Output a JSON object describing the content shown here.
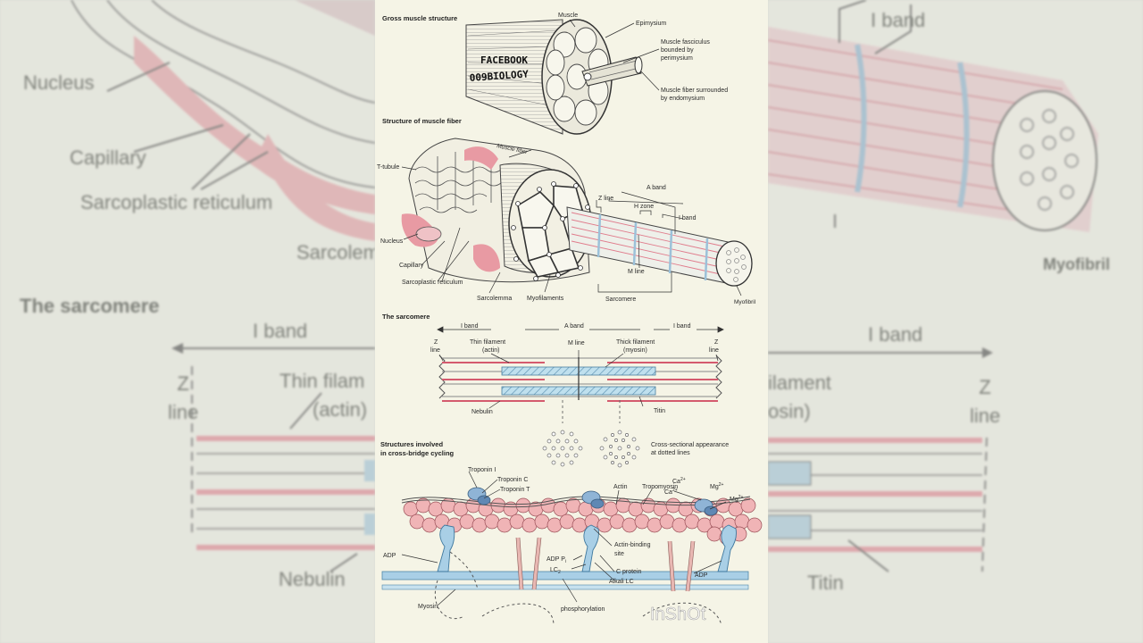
{
  "watermark": {
    "line1": "FACEBOOK",
    "line2": "009BIOLOGY",
    "app_mark": "InShOt"
  },
  "background_left": {
    "nucleus": "Nucleus",
    "capillary": "Capillary",
    "sarcoplastic_reticulum": "Sarcoplastic reticulum",
    "sarcolemma_partial": "Sarcolem",
    "sarcomere_title": "The sarcomere",
    "i_band": "I band",
    "z_line": "Z\nline",
    "thin_filament_partial": "Thin filam",
    "actin_partial": "(actin)",
    "nebulin": "Nebulin"
  },
  "background_right": {
    "i_band_top": "I band",
    "myofibril": "Myofibril",
    "i_band": "I band",
    "filament_partial": "ilament",
    "myosin_partial": "osin)",
    "z_line": "Z\nline",
    "titin": "Titin"
  },
  "gross": {
    "title": "Gross muscle structure",
    "muscle": "Muscle",
    "epimysium": "Epimysium",
    "fasciculus": [
      "Muscle fasciculus",
      "bounded by",
      "perimysium"
    ],
    "fiber": [
      "Muscle fiber surrounded",
      "by endomysium"
    ]
  },
  "fiber": {
    "title": "Structure of muscle fiber",
    "muscle_fiber": "Muscle fiber",
    "t_tubule": "T-tubule",
    "nucleus": "Nucleus",
    "capillary": "Capillary",
    "sarcoplastic_reticulum": "Sarcoplastic reticulum",
    "sarcolemma": "Sarcolemma",
    "myofilaments": "Myofilaments",
    "sarcomere": "Sarcomere",
    "myofibril": "Myofibril",
    "z_line": "Z line",
    "a_band": "A band",
    "h_zone": "H zone",
    "i_band": "I band",
    "m_line": "M line"
  },
  "sarcomere": {
    "title": "The sarcomere",
    "i_band_left": "I band",
    "a_band": "A band",
    "i_band_right": "I band",
    "z_line_left": [
      "Z",
      "line"
    ],
    "thin_filament": [
      "Thin filament",
      "(actin)"
    ],
    "m_line": "M line",
    "thick_filament": [
      "Thick filament",
      "(myosin)"
    ],
    "z_line_right": [
      "Z",
      "line"
    ],
    "nebulin": "Nebulin",
    "titin": "Titin",
    "cross_section": [
      "Cross-sectional appearance",
      "at dotted lines"
    ]
  },
  "crossbridge": {
    "title": [
      "Structures involved",
      "in cross-bridge cycling"
    ],
    "troponin_i": "Troponin I",
    "troponin_c": "Troponin C",
    "troponin_t": "Troponin T",
    "actin": "Actin",
    "tropomyosin": "Tropomyosin",
    "ca_a": "Ca",
    "ca_b": "Ca",
    "mg_a": "Mg",
    "mg_b": "Mg",
    "charge": "2+",
    "adp_left": "ADP",
    "adp_pi": "ADP P",
    "pi_sub": "i",
    "lc": "LC",
    "lc_sub": "2",
    "actin_binding": [
      "Actin-binding",
      "site"
    ],
    "c_protein": "C protein",
    "alkali_lc": "Alkali LC",
    "adp_right": "ADP",
    "myosin": "Myosin",
    "phosphorylation": "phosphorylation"
  },
  "colors": {
    "page": "#f5f4e6",
    "thin": "#d9697c",
    "thick": "#9fcbe0",
    "actin_bead": "#f0b4b6",
    "myosin_head": "#a9cfe6"
  }
}
